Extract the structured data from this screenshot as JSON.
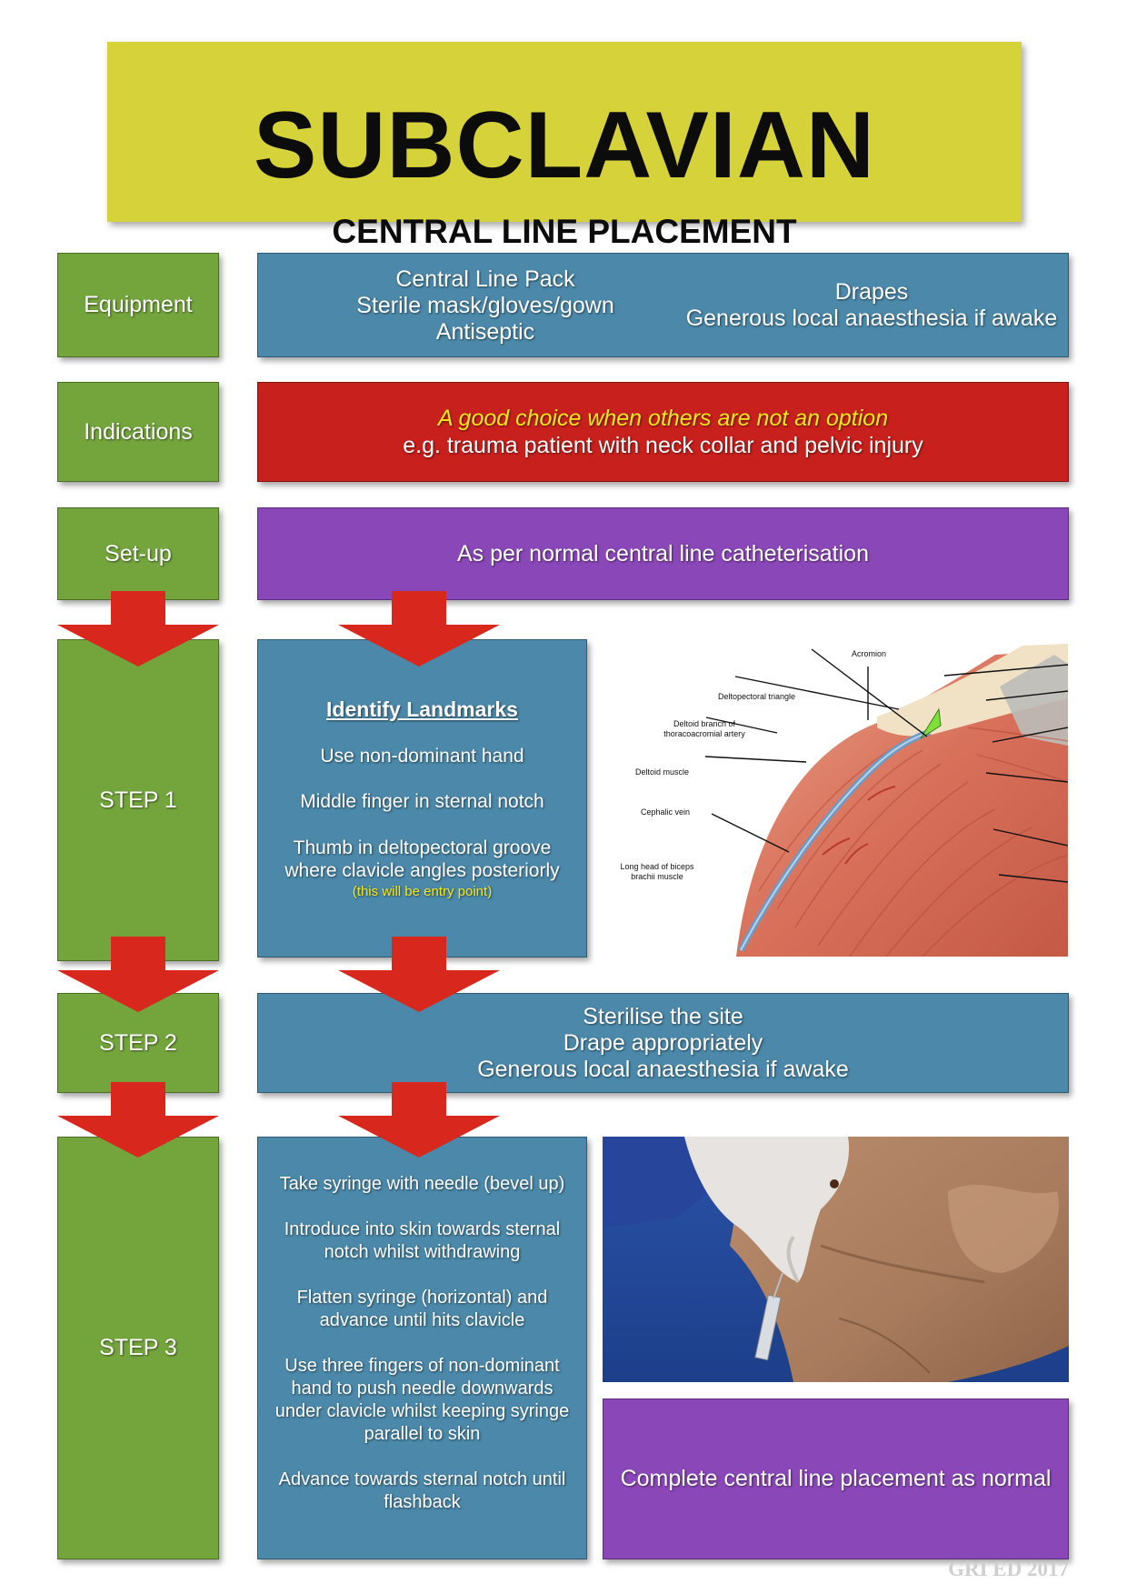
{
  "title": "SUBCLAVIAN",
  "subtitle": "CENTRAL LINE PLACEMENT",
  "labels": {
    "equipment": "Equipment",
    "indications": "Indications",
    "setup": "Set-up",
    "step1": "STEP 1",
    "step2": "STEP 2",
    "step3": "STEP 3"
  },
  "equipment": {
    "left": [
      "Central Line Pack",
      "Sterile mask/gloves/gown",
      "Antiseptic"
    ],
    "right": [
      "Drapes",
      "Generous local anaesthesia if awake"
    ]
  },
  "indications": {
    "highlight": "A good choice when others are not an option",
    "example": "e.g. trauma patient with neck collar and pelvic injury"
  },
  "setup": "As per normal central line catheterisation",
  "step1": {
    "heading": "Identify Landmarks",
    "items": [
      "Use non-dominant hand",
      "Middle finger in sternal notch"
    ],
    "item3_lines": [
      "Thumb in deltopectoral groove",
      "where clavicle angles posteriorly"
    ],
    "note": "(this will be entry point)"
  },
  "anatomy_labels": {
    "acromion": "Acromion",
    "deltopectoral_triangle": "Deltopectoral triangle",
    "deltoid_branch_1": "Deltoid branch of",
    "deltoid_branch_2": "thoracoacromial artery",
    "deltoid_muscle": "Deltoid muscle",
    "cephalic_vein": "Cephalic vein",
    "biceps_1": "Long head of biceps",
    "biceps_2": "brachii muscle"
  },
  "step2": [
    "Sterilise the site",
    "Drape appropriately",
    "Generous local anaesthesia if awake"
  ],
  "step3": {
    "items": [
      [
        "Take syringe with needle (bevel up)"
      ],
      [
        "Introduce into skin towards sternal",
        "notch whilst withdrawing"
      ],
      [
        "Flatten syringe (horizontal) and",
        "advance until hits clavicle"
      ],
      [
        "Use three fingers of non-dominant",
        "hand to push needle downwards",
        "under clavicle whilst keeping syringe",
        "parallel to skin"
      ],
      [
        "Advance towards sternal notch until",
        "flashback"
      ]
    ]
  },
  "complete": "Complete central line placement as normal",
  "footer": "GRI ED 2017",
  "colors": {
    "title_bg": "#d6d33a",
    "label_green": "#74a53d",
    "content_blue": "#4b88a9",
    "indication_red": "#c8201c",
    "purple": "#8a47b8",
    "arrow_red": "#d8271d",
    "highlight_yellow": "#f4e81c"
  }
}
